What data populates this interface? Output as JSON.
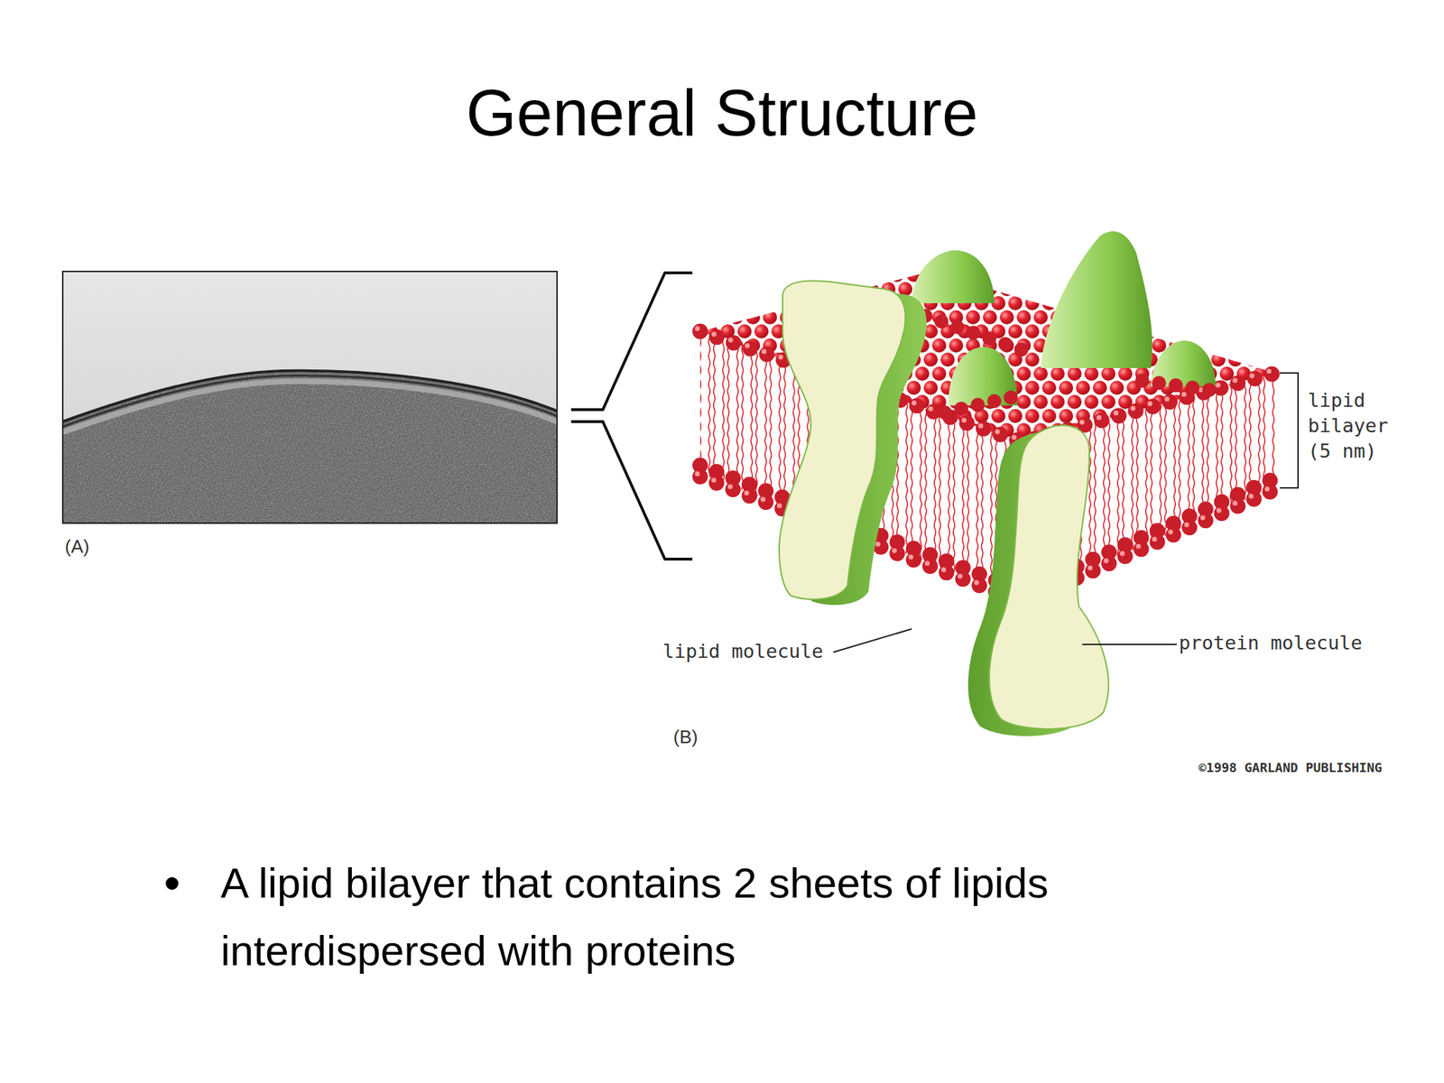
{
  "diagram": {
    "title": "General Structure",
    "labels": [
      "(A)",
      "lipid bilayer (5 nm)",
      "lipid molecule",
      "protein molecule",
      "(B)",
      "©1998 GARLAND PUBLISHING",
      "A lipid bilayer that contains 2 sheets of lipids interdispersed with proteins"
    ]
  }
}
